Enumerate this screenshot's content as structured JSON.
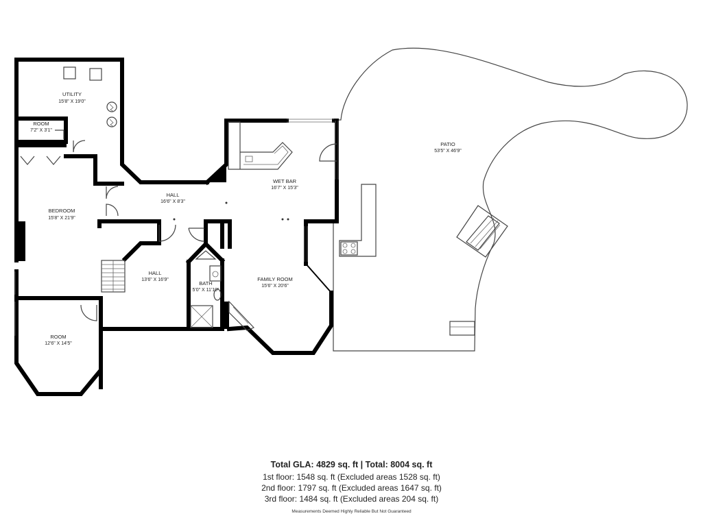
{
  "rooms": [
    {
      "id": "utility",
      "name": "UTILITY",
      "dims": "15'8\" X 19'0\""
    },
    {
      "id": "room-small",
      "name": "ROOM",
      "dims": "7'2\" X 3'1\""
    },
    {
      "id": "bedroom",
      "name": "BEDROOM",
      "dims": "15'8\" X 21'9\""
    },
    {
      "id": "hall-upper",
      "name": "HALL",
      "dims": "16'6\" X 8'3\""
    },
    {
      "id": "wet-bar",
      "name": "WET BAR",
      "dims": "16'7\" X 15'3\""
    },
    {
      "id": "patio",
      "name": "PATIO",
      "dims": "53'5\" X 46'9\""
    },
    {
      "id": "hall-lower",
      "name": "HALL",
      "dims": "13'6\" X 16'9\""
    },
    {
      "id": "bath",
      "name": "BATH",
      "dims": "5'0\" X 11'10\""
    },
    {
      "id": "family-room",
      "name": "FAMILY ROOM",
      "dims": "15'6\" X 20'6\""
    },
    {
      "id": "room-octagon",
      "name": "ROOM",
      "dims": "12'6\" X 14'5\""
    }
  ],
  "summary": {
    "total": "Total GLA: 4829 sq. ft | Total: 8004 sq. ft",
    "floors": [
      "1st floor: 1548 sq. ft (Excluded areas 1528 sq. ft)",
      "2nd floor: 1797 sq. ft (Excluded areas 1647 sq. ft)",
      "3rd floor: 1484 sq. ft (Excluded areas 204 sq. ft)"
    ],
    "disclaimer": "Measurements Deemed Highly Reliable But Not Guaranteed"
  }
}
